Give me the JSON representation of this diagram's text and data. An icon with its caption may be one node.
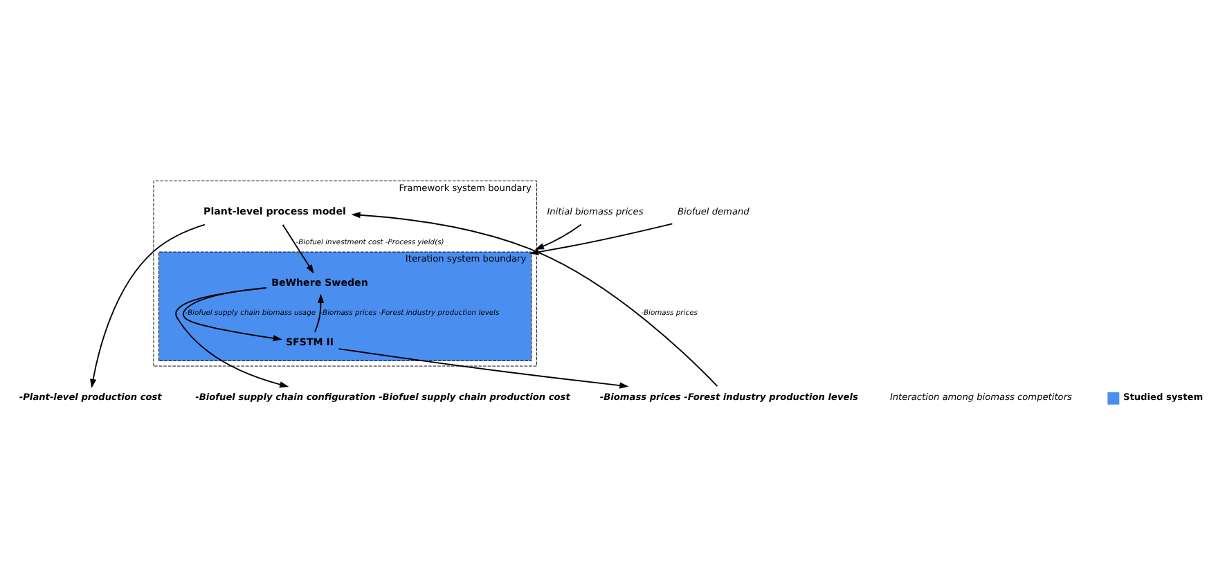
{
  "diagram": {
    "nodes": [
      {
        "text": [
          "Framework system boundary"
        ]
      },
      {
        "text": [
          "Iteration system boundary"
        ],
        "in": 0
      },
      {
        "text": [
          "BeWhere Sweden"
        ],
        "in": 1
      },
      {
        "text": [
          "SFSTM II"
        ],
        "in": 1
      },
      {
        "text": [
          "Plant-level process model"
        ],
        "in": 0
      },
      {
        "text": [
          "-Biofuel supply chain configuration -Biofuel supply chain production cost"
        ]
      },
      {
        "text": [
          "Initial biomass prices"
        ]
      },
      {
        "text": [
          "Biofuel demand"
        ]
      },
      {
        "text": [
          "-Plant-level production cost"
        ]
      },
      {
        "text": [
          "-Biomass prices -Forest industry production levels"
        ]
      }
    ],
    "edges": [
      {
        "from": 2,
        "to": 5,
        "arrow": "to"
      },
      {
        "from": 6,
        "to": 0,
        "arrow": "to"
      },
      {
        "from": 7,
        "to": 1,
        "arrow": "to"
      },
      {
        "from": 4,
        "to": 2,
        "arrow": "to",
        "label": "-Biofuel investment cost -Process yield(s)"
      },
      {
        "from": 2,
        "to": 3,
        "arrow": "to",
        "label": "-Biofuel supply chain biomass usage"
      },
      {
        "from": 3,
        "to": 2,
        "arrow": "to",
        "label": "-Biomass prices -Forest industry production levels"
      },
      {
        "from": 4,
        "to": 8,
        "arrow": "to"
      },
      {
        "from": 3,
        "to": 9,
        "arrow": "to"
      },
      {
        "from": 9,
        "to": 4,
        "arrow": "to",
        "label": "-Biomass prices"
      }
    ],
    "labels": [
      "Interaction among biomass competitors"
    ],
    "legend": [
      {
        "text": "Studied system",
        "color": "#4a8ef0"
      }
    ]
  }
}
